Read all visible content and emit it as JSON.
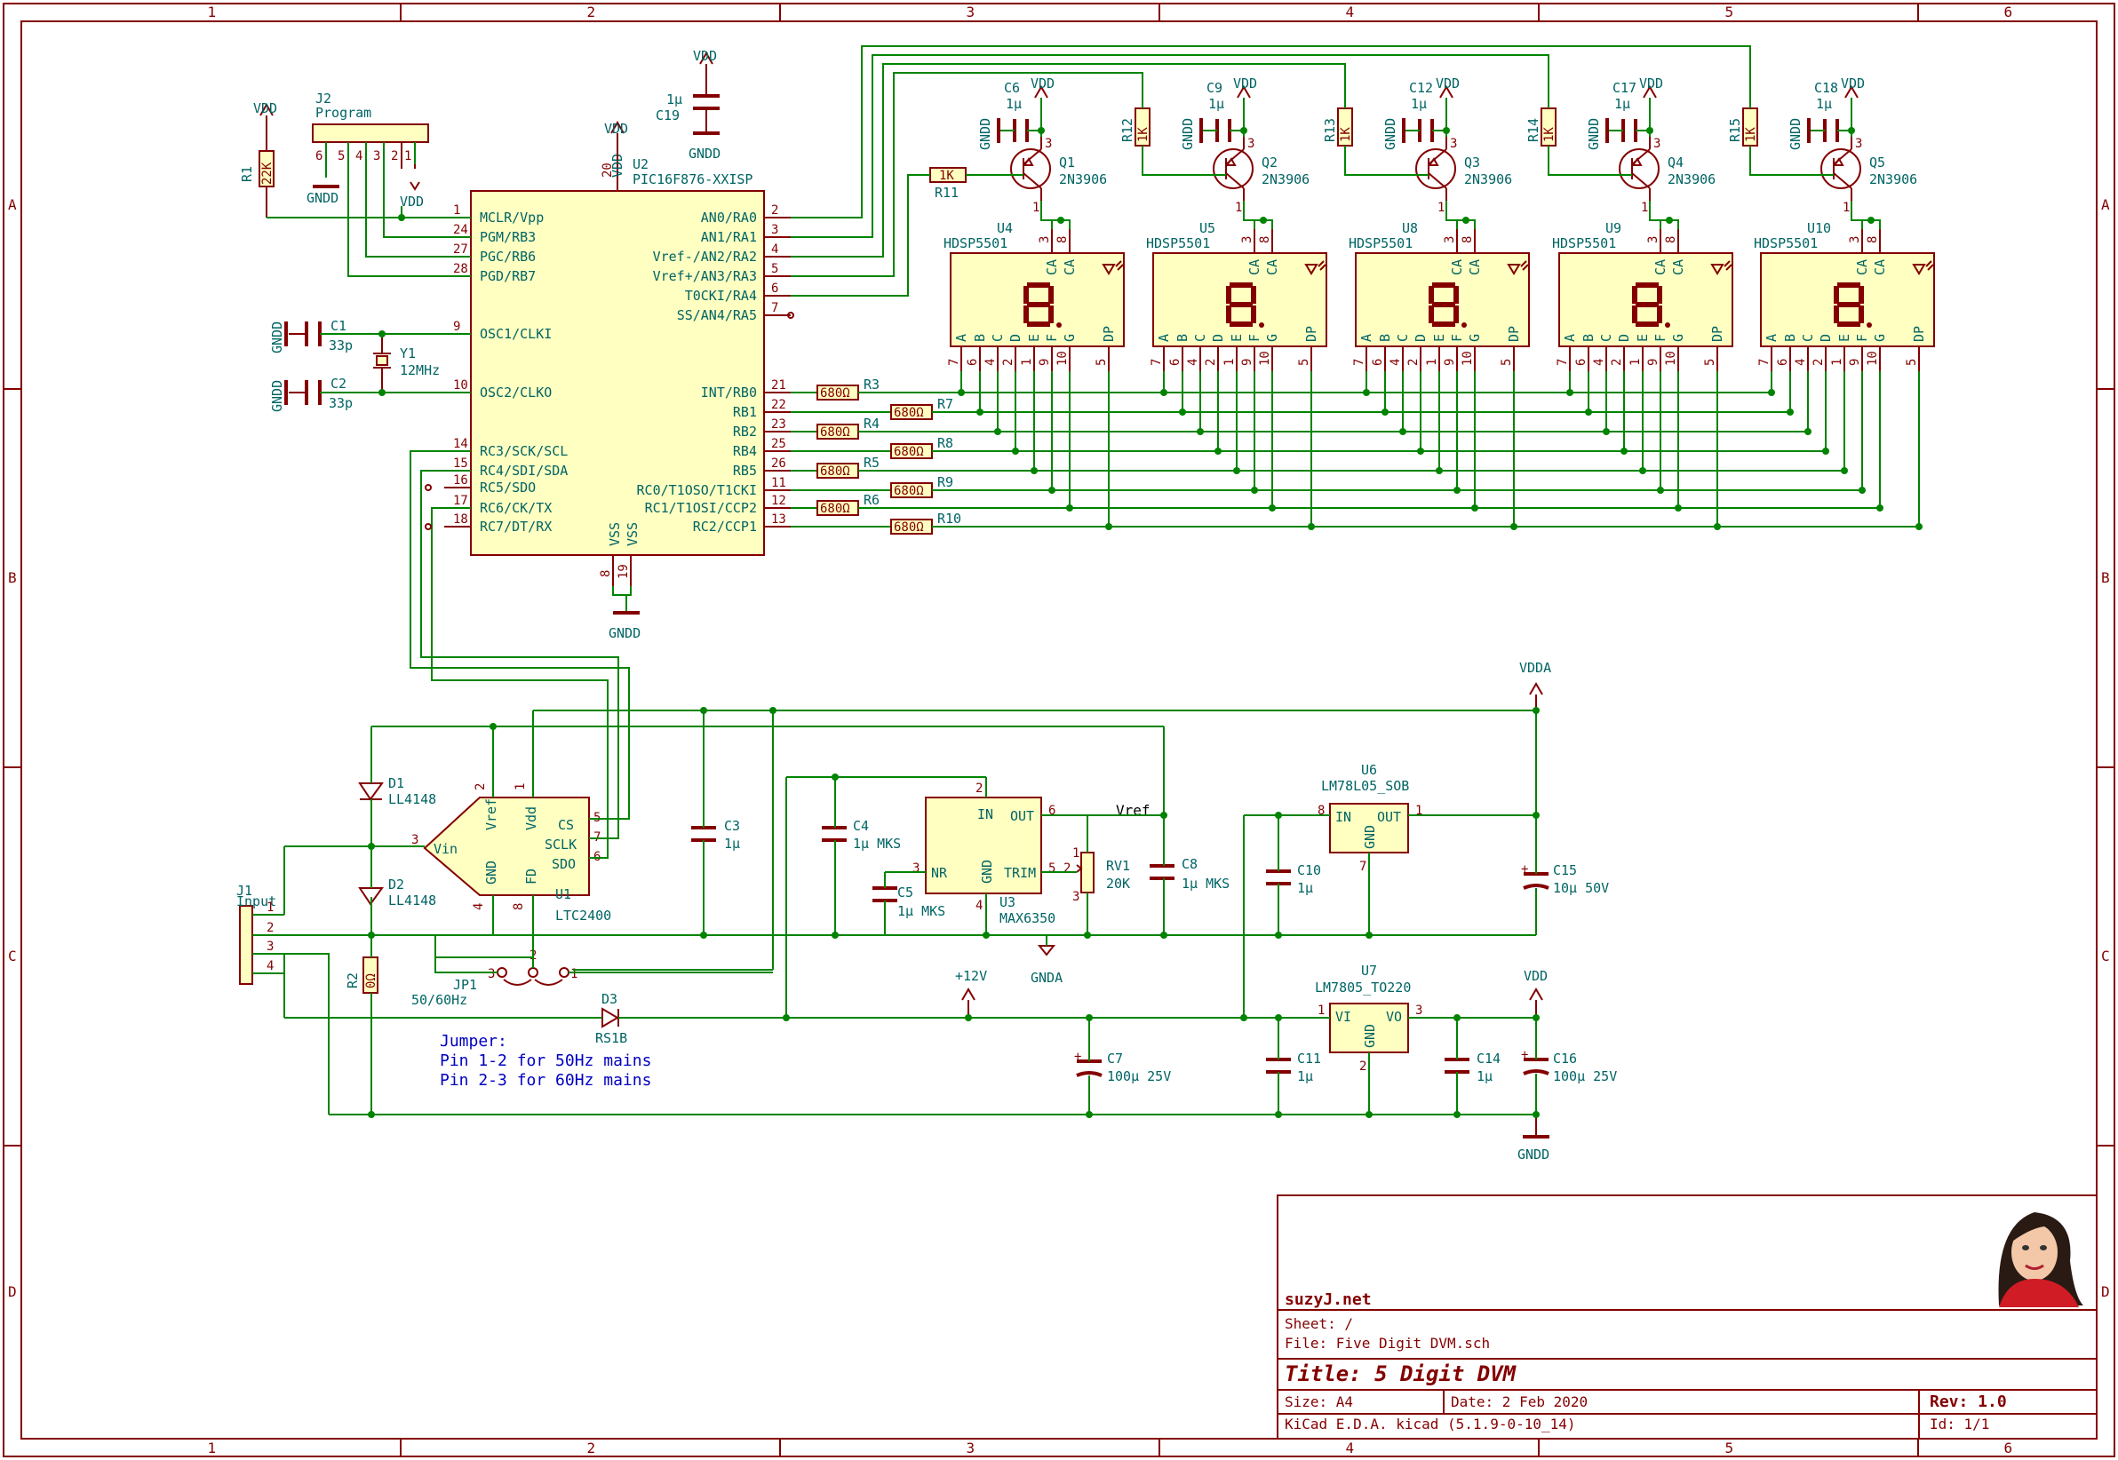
{
  "title_block": {
    "company": "suzyJ.net",
    "sheet": "Sheet: /",
    "file": "File: Five Digit DVM.sch",
    "title": "Title: 5 Digit DVM",
    "size": "Size: A4",
    "date": "Date: 2 Feb 2020",
    "rev": "Rev: 1.0",
    "tool": "KiCad E.D.A.  kicad (5.1.9-0-10_14)",
    "id": "Id: 1/1"
  },
  "grid": {
    "cols": [
      "1",
      "2",
      "3",
      "4",
      "5",
      "6"
    ],
    "rows": [
      "A",
      "B",
      "C",
      "D"
    ]
  },
  "note": {
    "line1": "Jumper:",
    "line2": "Pin 1-2 for 50Hz mains",
    "line3": "Pin 2-3 for 60Hz mains"
  },
  "power": {
    "vdd": "VDD",
    "gndd": "GNDD",
    "vdda": "VDDA",
    "gnda": "GNDA",
    "p12v": "+12V",
    "vref": "Vref"
  },
  "mcu": {
    "ref": "U2",
    "value": "PIC16F876-XXISP",
    "left_pins": [
      {
        "num": "1",
        "name": "MCLR/Vpp"
      },
      {
        "num": "24",
        "name": "PGM/RB3"
      },
      {
        "num": "27",
        "name": "PGC/RB6"
      },
      {
        "num": "28",
        "name": "PGD/RB7"
      },
      {
        "num": "9",
        "name": "OSC1/CLKI"
      },
      {
        "num": "10",
        "name": "OSC2/CLKO"
      },
      {
        "num": "14",
        "name": "RC3/SCK/SCL"
      },
      {
        "num": "15",
        "name": "RC4/SDI/SDA"
      },
      {
        "num": "16",
        "name": "RC5/SDO"
      },
      {
        "num": "17",
        "name": "RC6/CK/TX"
      },
      {
        "num": "18",
        "name": "RC7/DT/RX"
      }
    ],
    "right_pins": [
      {
        "num": "2",
        "name": "AN0/RA0"
      },
      {
        "num": "3",
        "name": "AN1/RA1"
      },
      {
        "num": "4",
        "name": "Vref-/AN2/RA2"
      },
      {
        "num": "5",
        "name": "Vref+/AN3/RA3"
      },
      {
        "num": "6",
        "name": "T0CKI/RA4"
      },
      {
        "num": "7",
        "name": "SS/AN4/RA5"
      },
      {
        "num": "21",
        "name": "INT/RB0"
      },
      {
        "num": "22",
        "name": "RB1"
      },
      {
        "num": "23",
        "name": "RB2"
      },
      {
        "num": "25",
        "name": "RB4"
      },
      {
        "num": "26",
        "name": "RB5"
      },
      {
        "num": "11",
        "name": "RC0/T1OSO/T1CKI"
      },
      {
        "num": "12",
        "name": "RC1/T1OSI/CCP2"
      },
      {
        "num": "13",
        "name": "RC2/CCP1"
      }
    ],
    "top_pin": {
      "num": "20",
      "name": "VDD"
    },
    "bottom_pins": [
      {
        "num": "8",
        "name": "VSS"
      },
      {
        "num": "19",
        "name": "VSS"
      }
    ]
  },
  "j2": {
    "ref": "J2",
    "value": "Program",
    "pins": [
      "6",
      "5",
      "4",
      "3",
      "2",
      "1"
    ]
  },
  "r1": {
    "ref": "R1",
    "value": "22K"
  },
  "c19": {
    "ref": "C19",
    "value": "1µ"
  },
  "c1": {
    "ref": "C1",
    "value": "33p"
  },
  "c2": {
    "ref": "C2",
    "value": "33p"
  },
  "y1": {
    "ref": "Y1",
    "value": "12MHz"
  },
  "seg_resistors": [
    {
      "ref": "R3",
      "value": "680Ω",
      "pin": "21"
    },
    {
      "ref": "R7",
      "value": "680Ω",
      "pin": "22"
    },
    {
      "ref": "R4",
      "value": "680Ω",
      "pin": "23"
    },
    {
      "ref": "R8",
      "value": "680Ω",
      "pin": "25"
    },
    {
      "ref": "R5",
      "value": "680Ω",
      "pin": "26"
    },
    {
      "ref": "R9",
      "value": "680Ω",
      "pin": "11"
    },
    {
      "ref": "R6",
      "value": "680Ω",
      "pin": "12"
    },
    {
      "ref": "R10",
      "value": "680Ω",
      "pin": "13"
    }
  ],
  "digits": [
    {
      "cap_ref": "C6",
      "cap_val": "1µ",
      "q_ref": "Q1",
      "q_val": "2N3906",
      "u_ref": "U4",
      "u_val": "HDSP5501",
      "r_ref": "R11",
      "r_val": "1K"
    },
    {
      "cap_ref": "C9",
      "cap_val": "1µ",
      "q_ref": "Q2",
      "q_val": "2N3906",
      "u_ref": "U5",
      "u_val": "HDSP5501",
      "r_ref": "R12",
      "r_val": "1K"
    },
    {
      "cap_ref": "C12",
      "cap_val": "1µ",
      "q_ref": "Q3",
      "q_val": "2N3906",
      "u_ref": "U8",
      "u_val": "HDSP5501",
      "r_ref": "R13",
      "r_val": "1K"
    },
    {
      "cap_ref": "C17",
      "cap_val": "1µ",
      "q_ref": "Q4",
      "q_val": "2N3906",
      "u_ref": "U9",
      "u_val": "HDSP5501",
      "r_ref": "R14",
      "r_val": "1K"
    },
    {
      "cap_ref": "C18",
      "cap_val": "1µ",
      "q_ref": "Q5",
      "q_val": "2N3906",
      "u_ref": "U10",
      "u_val": "HDSP5501",
      "r_ref": "R15",
      "r_val": "1K"
    }
  ],
  "display_pins": {
    "bottom_names": [
      "A",
      "B",
      "C",
      "D",
      "E",
      "F",
      "G",
      "DP"
    ],
    "bottom_nums": [
      "7",
      "6",
      "4",
      "2",
      "1",
      "9",
      "10",
      "5"
    ],
    "top_names": [
      "CA",
      "CA"
    ],
    "top_nums": [
      "3",
      "8"
    ]
  },
  "adc": {
    "ref": "U1",
    "value": "LTC2400",
    "pins": [
      {
        "num": "3",
        "name": "Vin"
      },
      {
        "num": "2",
        "name": "Vref"
      },
      {
        "num": "1",
        "name": "Vdd"
      },
      {
        "num": "5",
        "name": "CS"
      },
      {
        "num": "7",
        "name": "SCLK"
      },
      {
        "num": "6",
        "name": "SDO"
      },
      {
        "num": "4",
        "name": "GND"
      },
      {
        "num": "8",
        "name": "FD"
      }
    ]
  },
  "d1": {
    "ref": "D1",
    "value": "LL4148"
  },
  "d2": {
    "ref": "D2",
    "value": "LL4148"
  },
  "j1": {
    "ref": "J1",
    "value": "Input",
    "pins": [
      "1",
      "2",
      "3",
      "4"
    ]
  },
  "r2": {
    "ref": "R2",
    "value": "0Ω"
  },
  "jp1": {
    "ref": "JP1",
    "value": "50/60Hz",
    "pins": [
      "3",
      "2",
      "1"
    ]
  },
  "d3": {
    "ref": "D3",
    "value": "RS1B"
  },
  "c3": {
    "ref": "C3",
    "value": "1µ"
  },
  "c4": {
    "ref": "C4",
    "value": "1µ MKS"
  },
  "c5": {
    "ref": "C5",
    "value": "1µ MKS"
  },
  "u3": {
    "ref": "U3",
    "value": "MAX6350",
    "pins": [
      {
        "num": "2",
        "name": "IN"
      },
      {
        "num": "6",
        "name": "OUT"
      },
      {
        "num": "3",
        "name": "NR"
      },
      {
        "num": "5",
        "name": "TRIM"
      },
      {
        "num": "4",
        "name": "GND"
      }
    ]
  },
  "rv1": {
    "ref": "RV1",
    "value": "20K",
    "pins": [
      "1",
      "2",
      "3"
    ]
  },
  "c8": {
    "ref": "C8",
    "value": "1µ MKS"
  },
  "u6": {
    "ref": "U6",
    "value": "LM78L05_SOB",
    "pins": [
      {
        "num": "8",
        "name": "IN"
      },
      {
        "num": "1",
        "name": "OUT"
      },
      {
        "num": "7",
        "name": "GND"
      }
    ]
  },
  "c10": {
    "ref": "C10",
    "value": "1µ"
  },
  "c15": {
    "ref": "C15",
    "value": "10µ 50V"
  },
  "u7": {
    "ref": "U7",
    "value": "LM7805_TO220",
    "pins": [
      {
        "num": "1",
        "name": "VI"
      },
      {
        "num": "3",
        "name": "VO"
      },
      {
        "num": "2",
        "name": "GND"
      }
    ]
  },
  "c7": {
    "ref": "C7",
    "value": "100µ 25V"
  },
  "c11": {
    "ref": "C11",
    "value": "1µ"
  },
  "c14": {
    "ref": "C14",
    "value": "1µ"
  },
  "c16": {
    "ref": "C16",
    "value": "100µ 25V"
  }
}
